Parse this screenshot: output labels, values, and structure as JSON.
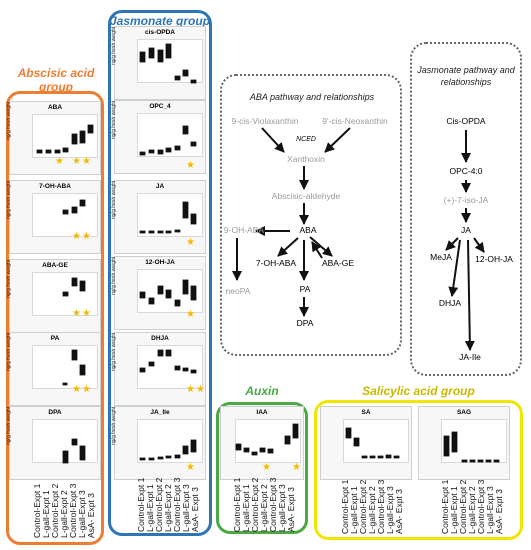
{
  "groups": {
    "aba_title": "Abscisic acid group",
    "ja_title": "Jasmonate group",
    "auxin_title": "Auxin",
    "sa_title": "Salicylic acid group"
  },
  "colors": {
    "aba_box": "#ed7d31",
    "ja_box": "#2e75b6",
    "auxin_box": "#4aa845",
    "sa_box": "#f2e600",
    "star": "#f5b800"
  },
  "y_axis_label": "ng/g fresh weight",
  "panels": {
    "aba": "ABA",
    "oh_aba": "7-OH-ABA",
    "aba_ge": "ABA-GE",
    "pa": "PA",
    "dpa": "DPA",
    "cis_opda": "cis-OPDA",
    "opc4": "OPC_4",
    "ja": "JA",
    "oh_ja": "12-OH-JA",
    "dhja": "DHJA",
    "ja_ile": "JA_Ile",
    "iaa": "IAA",
    "sa": "SA",
    "sag": "SAG"
  },
  "treatments": [
    "Control-Expt 1",
    "L-gall-Expt 1",
    "Control-Expt 2",
    "L-gall-Expt 2",
    "Control-Expt 3",
    "L-gall-Expt 3",
    "AsA- Expt 3"
  ],
  "aba_path": {
    "title": "ABA pathway and relationships",
    "n1": "9-cis-Violaxanthin",
    "n2": "9'-cis-Neoxanthin",
    "enzyme": "NCED",
    "n3": "Xanthoxin",
    "n4": "Abscisic-aldehyde",
    "n5": "ABA",
    "n6": "9-OH-ABA",
    "n7": "7-OH-ABA",
    "n8": "ABA-GE",
    "n9": "neoPA",
    "n10": "PA",
    "n11": "DPA"
  },
  "ja_path": {
    "title": "Jasmonate pathway and relationships",
    "n1": "Cis-OPDA",
    "n2": "OPC-4:0",
    "n3": "(+)-7-iso-JA",
    "n4": "JA",
    "n5": "MeJA",
    "n6": "12-OH-JA",
    "n7": "DHJA",
    "n8": "JA-Ile"
  }
}
